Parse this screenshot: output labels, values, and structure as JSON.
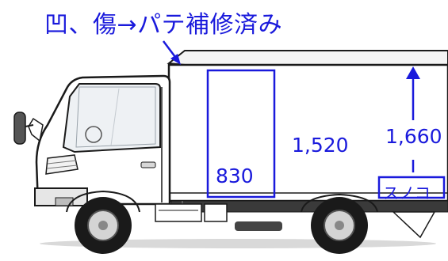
{
  "annotations": {
    "repair_note": "凹、傷→パテ補修済み",
    "dimension_height": "1,520",
    "dimension_height_total": "1,660",
    "dimension_door_width": "830",
    "floor_board_label": "スノコ"
  },
  "colors": {
    "annotation": "#1a1adc",
    "outline": "#1a1a1a",
    "body_fill": "#ffffff",
    "window_fill": "#eef1f4"
  },
  "icons": {
    "truck": "box-truck-side-view",
    "arrow": "up-arrow"
  }
}
